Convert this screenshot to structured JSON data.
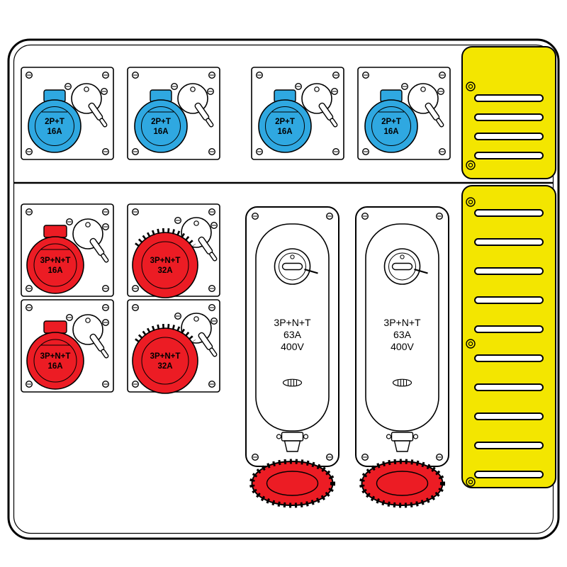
{
  "colors": {
    "blue": "#2fa8e1",
    "red": "#ec1c24",
    "yellow": "#f3e600",
    "outline": "#000000",
    "background": "#ffffff"
  },
  "modules": {
    "blue_sockets": [
      {
        "line1": "2P+T",
        "line2": "16A"
      },
      {
        "line1": "2P+T",
        "line2": "16A"
      },
      {
        "line1": "2P+T",
        "line2": "16A"
      },
      {
        "line1": "2P+T",
        "line2": "16A"
      }
    ],
    "red_sockets": [
      {
        "line1": "3P+N+T",
        "line2": "16A"
      },
      {
        "line1": "3P+N+T",
        "line2": "32A"
      },
      {
        "line1": "3P+N+T",
        "line2": "16A"
      },
      {
        "line1": "3P+N+T",
        "line2": "32A"
      }
    ],
    "breakers": [
      {
        "line1": "3P+N+T",
        "line2": "63A",
        "line3": "400V"
      },
      {
        "line1": "3P+N+T",
        "line2": "63A",
        "line3": "400V"
      }
    ]
  }
}
